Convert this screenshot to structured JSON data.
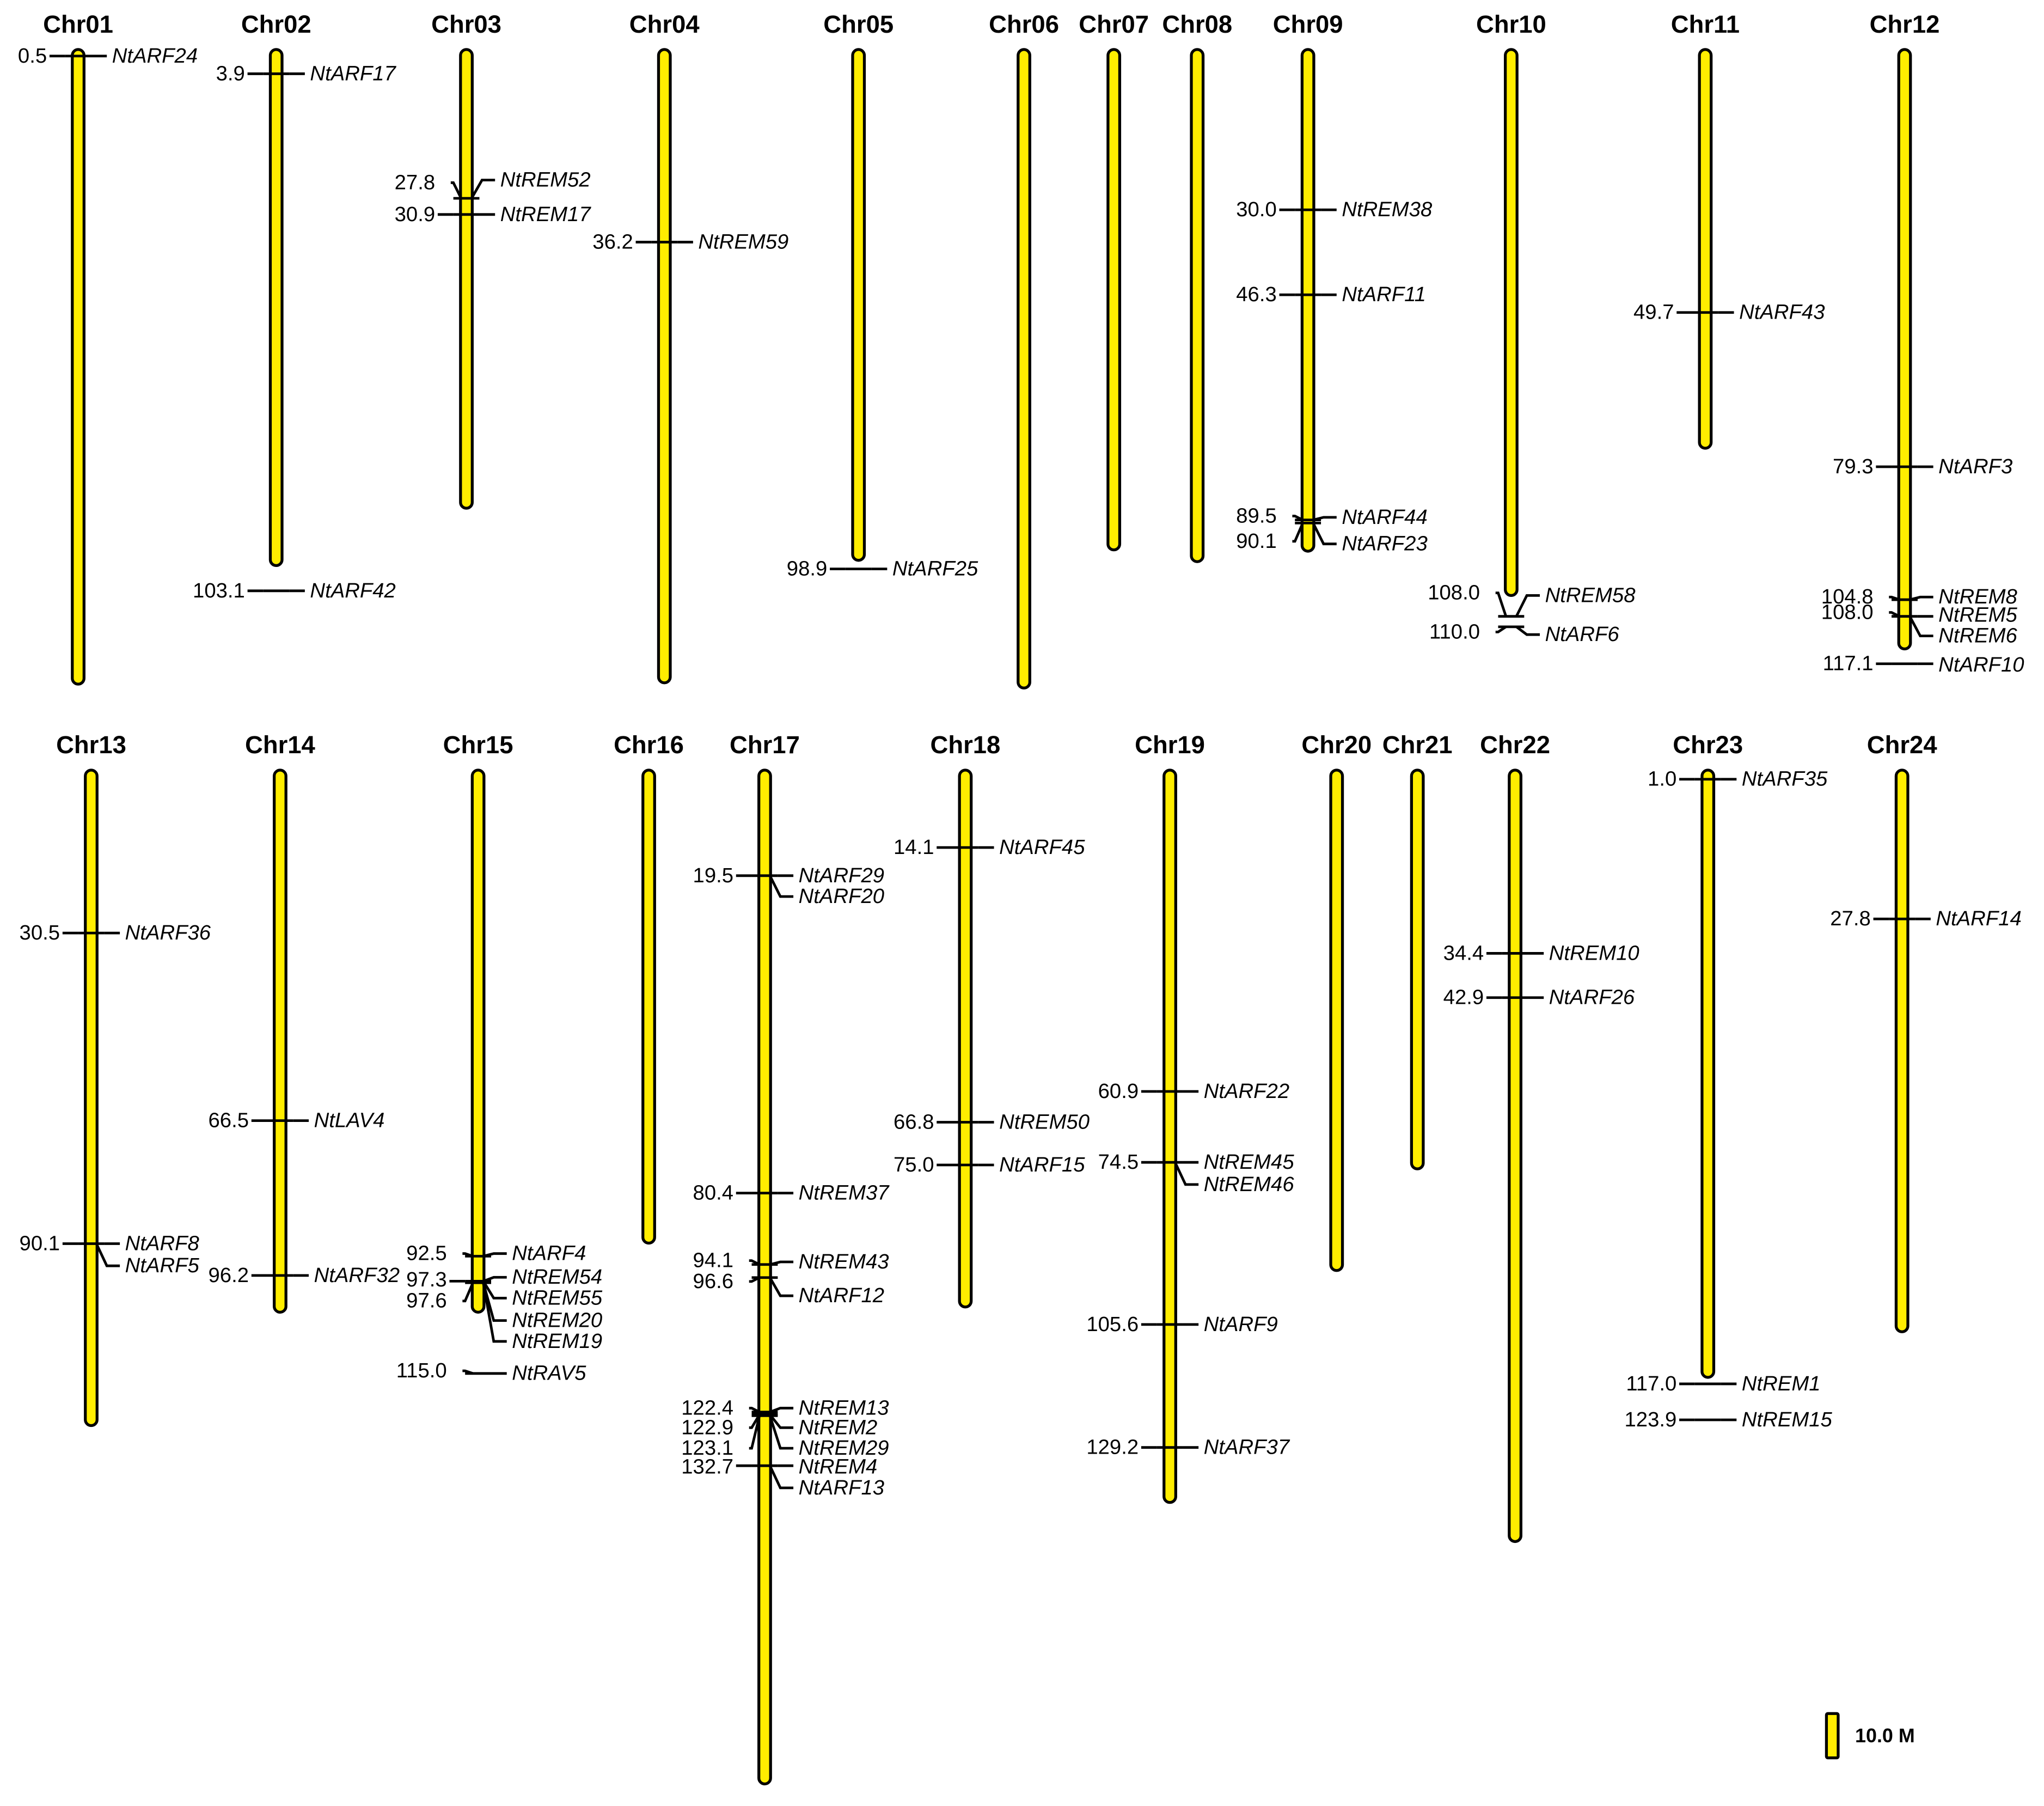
{
  "colors": {
    "chromosome_fill": "#FFED00",
    "outline": "#000000"
  },
  "scale_bar": {
    "label": "10.0 M"
  },
  "chromosomes": [
    {
      "name": "Chr01",
      "markers": [
        {
          "pos": "0.5",
          "genes": [
            "NtARF24"
          ]
        }
      ]
    },
    {
      "name": "Chr02",
      "markers": [
        {
          "pos": "3.9",
          "genes": [
            "NtARF17"
          ]
        },
        {
          "pos": "103.1",
          "genes": [
            "NtARF42"
          ]
        }
      ]
    },
    {
      "name": "Chr03",
      "markers": [
        {
          "pos": "27.8",
          "genes": [
            "NtREM52"
          ]
        },
        {
          "pos": "30.9",
          "genes": [
            "NtREM17"
          ]
        }
      ]
    },
    {
      "name": "Chr04",
      "markers": [
        {
          "pos": "36.2",
          "genes": [
            "NtREM59"
          ]
        }
      ]
    },
    {
      "name": "Chr05",
      "markers": [
        {
          "pos": "98.9",
          "genes": [
            "NtARF25"
          ]
        }
      ]
    },
    {
      "name": "Chr06",
      "markers": []
    },
    {
      "name": "Chr07",
      "markers": []
    },
    {
      "name": "Chr08",
      "markers": []
    },
    {
      "name": "Chr09",
      "markers": [
        {
          "pos": "30.0",
          "genes": [
            "NtREM38"
          ]
        },
        {
          "pos": "46.3",
          "genes": [
            "NtARF11"
          ]
        },
        {
          "pos": "89.5",
          "genes": [
            "NtARF44"
          ]
        },
        {
          "pos": "90.1",
          "genes": [
            "NtARF23"
          ]
        }
      ]
    },
    {
      "name": "Chr10",
      "markers": [
        {
          "pos": "108.0",
          "genes": [
            "NtREM58"
          ]
        },
        {
          "pos": "110.0",
          "genes": [
            "NtARF6"
          ]
        }
      ]
    },
    {
      "name": "Chr11",
      "markers": [
        {
          "pos": "49.7",
          "genes": [
            "NtARF43"
          ]
        }
      ]
    },
    {
      "name": "Chr12",
      "markers": [
        {
          "pos": "79.3",
          "genes": [
            "NtARF3"
          ]
        },
        {
          "pos": "104.8",
          "genes": [
            "NtREM8"
          ]
        },
        {
          "pos": "108.0",
          "genes": [
            "NtREM5",
            "NtREM6"
          ]
        },
        {
          "pos": "117.1",
          "genes": [
            "NtARF10"
          ]
        }
      ]
    },
    {
      "name": "Chr13",
      "markers": [
        {
          "pos": "30.5",
          "genes": [
            "NtARF36"
          ]
        },
        {
          "pos": "90.1",
          "genes": [
            "NtARF8",
            "NtARF5"
          ]
        }
      ]
    },
    {
      "name": "Chr14",
      "markers": [
        {
          "pos": "66.5",
          "genes": [
            "NtLAV4"
          ]
        },
        {
          "pos": "96.2",
          "genes": [
            "NtARF32"
          ]
        }
      ]
    },
    {
      "name": "Chr15",
      "markers": [
        {
          "pos": "92.5",
          "genes": [
            "NtARF4"
          ]
        },
        {
          "pos": "97.3",
          "genes": [
            "NtREM54",
            "NtREM55"
          ]
        },
        {
          "pos": "97.6",
          "genes": [
            "NtREM20",
            "NtREM19"
          ]
        },
        {
          "pos": "115.0",
          "genes": [
            "NtRAV5"
          ]
        }
      ]
    },
    {
      "name": "Chr16",
      "markers": []
    },
    {
      "name": "Chr17",
      "markers": [
        {
          "pos": "19.5",
          "genes": [
            "NtARF29",
            "NtARF20"
          ]
        },
        {
          "pos": "80.4",
          "genes": [
            "NtREM37"
          ]
        },
        {
          "pos": "94.1",
          "genes": [
            "NtREM43"
          ]
        },
        {
          "pos": "96.6",
          "genes": [
            "NtARF12"
          ]
        },
        {
          "pos": "122.4",
          "genes": [
            "NtREM13"
          ]
        },
        {
          "pos": "122.9",
          "genes": [
            "NtREM2"
          ]
        },
        {
          "pos": "123.1",
          "genes": [
            "NtREM29"
          ]
        },
        {
          "pos": "132.7",
          "genes": [
            "NtREM4",
            "NtARF13"
          ]
        }
      ]
    },
    {
      "name": "Chr18",
      "markers": [
        {
          "pos": "14.1",
          "genes": [
            "NtARF45"
          ]
        },
        {
          "pos": "66.8",
          "genes": [
            "NtREM50"
          ]
        },
        {
          "pos": "75.0",
          "genes": [
            "NtARF15"
          ]
        }
      ]
    },
    {
      "name": "Chr19",
      "markers": [
        {
          "pos": "60.9",
          "genes": [
            "NtARF22"
          ]
        },
        {
          "pos": "74.5",
          "genes": [
            "NtREM45",
            "NtREM46"
          ]
        },
        {
          "pos": "105.6",
          "genes": [
            "NtARF9"
          ]
        },
        {
          "pos": "129.2",
          "genes": [
            "NtARF37"
          ]
        }
      ]
    },
    {
      "name": "Chr20",
      "markers": []
    },
    {
      "name": "Chr21",
      "markers": []
    },
    {
      "name": "Chr22",
      "markers": [
        {
          "pos": "34.4",
          "genes": [
            "NtREM10"
          ]
        },
        {
          "pos": "42.9",
          "genes": [
            "NtARF26"
          ]
        }
      ]
    },
    {
      "name": "Chr23",
      "markers": [
        {
          "pos": "1.0",
          "genes": [
            "NtARF35"
          ]
        },
        {
          "pos": "117.0",
          "genes": [
            "NtREM1"
          ]
        },
        {
          "pos": "123.9",
          "genes": [
            "NtREM15"
          ]
        }
      ]
    },
    {
      "name": "Chr24",
      "markers": [
        {
          "pos": "27.8",
          "genes": [
            "NtARF14"
          ]
        }
      ]
    }
  ]
}
